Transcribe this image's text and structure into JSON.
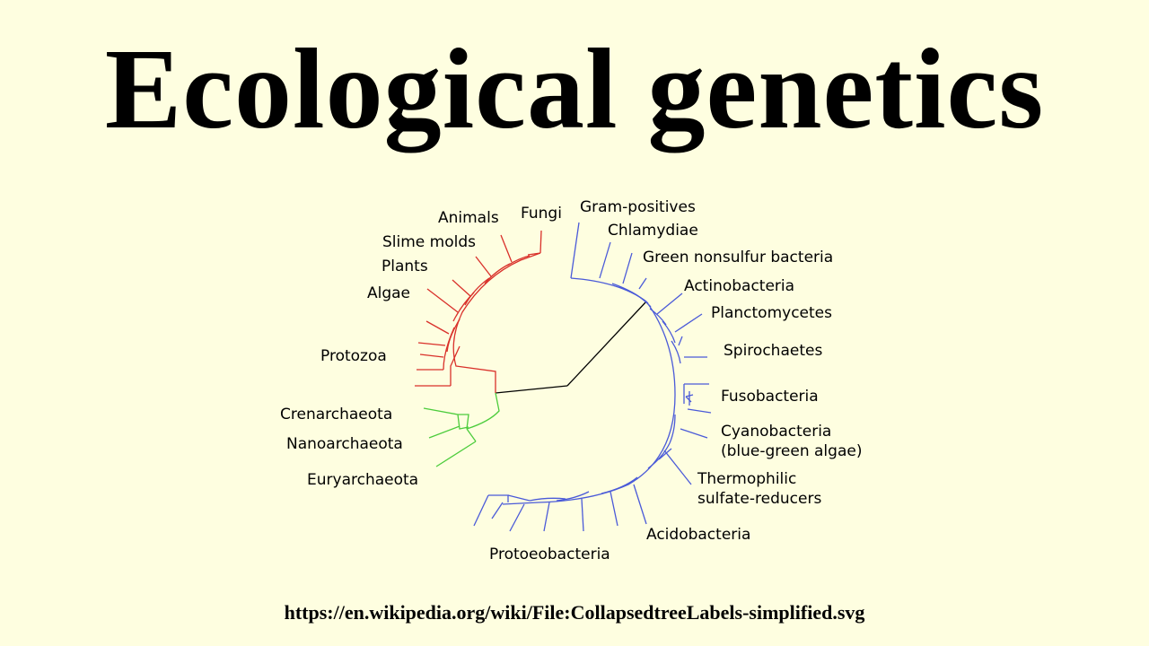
{
  "title": "Ecological genetics",
  "source_url": "https://en.wikipedia.org/wiki/File:CollapsedtreeLabels-simplified.svg",
  "colors": {
    "background": "#fefee0",
    "eukaryota": "#d9302a",
    "archaea": "#4ccc3c",
    "bacteria": "#4a5ad8",
    "root": "#000000"
  },
  "tree": {
    "eukaryota": {
      "fungi": "Fungi",
      "animals": "Animals",
      "slime_molds": "Slime molds",
      "plants": "Plants",
      "algae": "Algae",
      "protozoa": "Protozoa"
    },
    "archaea": {
      "crenarchaeota": "Crenarchaeota",
      "nanoarchaeota": "Nanoarchaeota",
      "euryarchaeota": "Euryarchaeota"
    },
    "bacteria": {
      "gram_positives": "Gram-positives",
      "chlamydiae": "Chlamydiae",
      "green_nonsulfur": "Green nonsulfur bacteria",
      "actinobacteria": "Actinobacteria",
      "planctomycetes": "Planctomycetes",
      "spirochaetes": "Spirochaetes",
      "fusobacteria": "Fusobacteria",
      "cyanobacteria_line1": "Cyanobacteria",
      "cyanobacteria_line2": "(blue-green algae)",
      "thermophilic_line1": "Thermophilic",
      "thermophilic_line2": "sulfate-reducers",
      "acidobacteria": "Acidobacteria",
      "protoeobacteria": "Protoeobacteria"
    }
  }
}
